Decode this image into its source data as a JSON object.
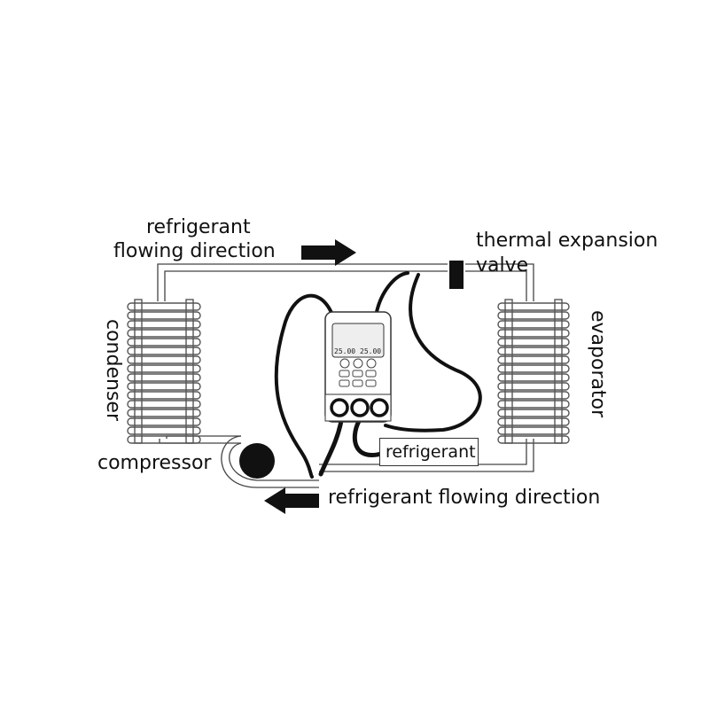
{
  "labels": {
    "top_flow_line1": "refrigerant",
    "top_flow_line2": "flowing direction",
    "valve_line1": "thermal expansion",
    "valve_line2": "valve",
    "condenser": "condenser",
    "evaporator": "evaporator",
    "compressor": "compressor",
    "refrigerant_box": "refrigerant",
    "bottom_flow": "refrigerant flowing direction"
  },
  "gauge_display": {
    "left_value": "25.00",
    "right_value": "25.00"
  },
  "colors": {
    "line": "#333333",
    "fill": "#111111",
    "background": "#ffffff"
  }
}
